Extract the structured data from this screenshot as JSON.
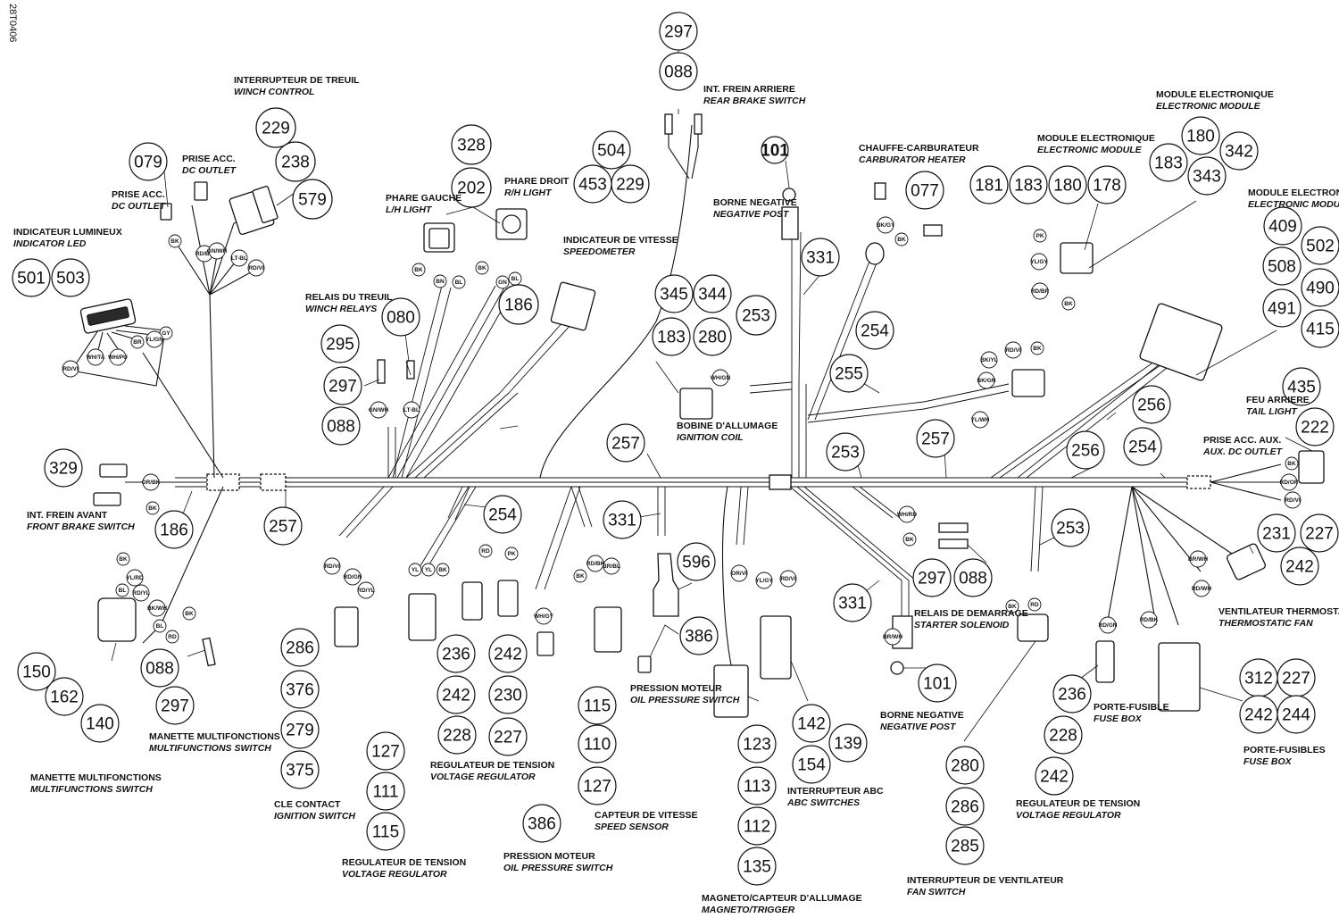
{
  "document_id": "28T0406",
  "labels": [
    {
      "fr": "INTERRUPTEUR DE TREUIL",
      "en": "WINCH CONTROL"
    },
    {
      "fr": "PRISE ACC.",
      "en": "DC OUTLET"
    },
    {
      "fr": "PRISE ACC.",
      "en": "DC OUTLET"
    },
    {
      "fr": "INDICATEUR LUMINEUX",
      "en": "INDICATOR LED"
    },
    {
      "fr": "PHARE GAUCHE",
      "en": "L/H LIGHT"
    },
    {
      "fr": "PHARE DROIT",
      "en": "R/H LIGHT"
    },
    {
      "fr": "INDICATEUR DE VITESSE",
      "en": "SPEEDOMETER"
    },
    {
      "fr": "INT. FREIN ARRIERE",
      "en": "REAR BRAKE SWITCH"
    },
    {
      "fr": "BORNE NEGATIVE",
      "en": "NEGATIVE POST"
    },
    {
      "fr": "CHAUFFE-CARBURATEUR",
      "en": "CARBURATOR HEATER"
    },
    {
      "fr": "MODULE ELECTRONIQUE",
      "en": "ELECTRONIC MODULE"
    },
    {
      "fr": "MODULE ELECTRONIQUE",
      "en": "ELECTRONIC MODULE"
    },
    {
      "fr": "MODULE ELECTRONIQUE",
      "en": "ELECTRONIC MODULE"
    },
    {
      "fr": "RELAIS DU TREUIL",
      "en": "WINCH RELAYS"
    },
    {
      "fr": "BOBINE D'ALLUMAGE",
      "en": "IGNITION COIL"
    },
    {
      "fr": "FEU ARRIERE",
      "en": "TAIL LIGHT"
    },
    {
      "fr": "PRISE ACC. AUX.",
      "en": "AUX. DC OUTLET"
    },
    {
      "fr": "INT. FREIN AVANT",
      "en": "FRONT BRAKE SWITCH"
    },
    {
      "fr": "MANETTE MULTIFONCTIONS",
      "en": "MULTIFUNCTIONS SWITCH"
    },
    {
      "fr": "MANETTE MULTIFONCTIONS",
      "en": "MULTIFUNCTIONS SWITCH"
    },
    {
      "fr": "CLE CONTACT",
      "en": "IGNITION SWITCH"
    },
    {
      "fr": "REGULATEUR DE TENSION",
      "en": "VOLTAGE REGULATOR"
    },
    {
      "fr": "REGULATEUR DE TENSION",
      "en": "VOLTAGE REGULATOR"
    },
    {
      "fr": "PRESSION MOTEUR",
      "en": "OIL PRESSURE SWITCH"
    },
    {
      "fr": "PRESSION MOTEUR",
      "en": "OIL PRESSURE SWITCH"
    },
    {
      "fr": "CAPTEUR DE VITESSE",
      "en": "SPEED SENSOR"
    },
    {
      "fr": "MAGNETO/CAPTEUR D'ALLUMAGE",
      "en": "MAGNETO/TRIGGER"
    },
    {
      "fr": "INTERRUPTEUR ABC",
      "en": "ABC  SWITCHES"
    },
    {
      "fr": "RELAIS DE DEMARRAGE",
      "en": "STARTER SOLENOID"
    },
    {
      "fr": "BORNE NEGATIVE",
      "en": "NEGATIVE POST"
    },
    {
      "fr": "INTERRUPTEUR DE VENTILATEUR",
      "en": "FAN SWITCH"
    },
    {
      "fr": "REGULATEUR DE TENSION",
      "en": "VOLTAGE REGULATOR"
    },
    {
      "fr": "PORTE-FUSIBLE",
      "en": "FUSE BOX"
    },
    {
      "fr": "PORTE-FUSIBLES",
      "en": "FUSE BOX"
    },
    {
      "fr": "VENTILATEUR THERMOSTATIQUE",
      "en": "THERMOSTATIC FAN"
    }
  ],
  "callouts": [
    "297",
    "088",
    "229",
    "238",
    "579",
    "079",
    "328",
    "202",
    "504",
    "453",
    "229",
    "101",
    "077",
    "181",
    "183",
    "180",
    "178",
    "180",
    "342",
    "183",
    "343",
    "409",
    "502",
    "508",
    "490",
    "491",
    "415",
    "501",
    "503",
    "080",
    "295",
    "297",
    "088",
    "186",
    "345",
    "344",
    "183",
    "280",
    "253",
    "331",
    "254",
    "255",
    "256",
    "435",
    "222",
    "253",
    "257",
    "256",
    "254",
    "257",
    "329",
    "186",
    "257",
    "254",
    "331",
    "596",
    "386",
    "253",
    "231",
    "227",
    "242",
    "297",
    "088",
    "331",
    "150",
    "162",
    "140",
    "088",
    "297",
    "286",
    "376",
    "279",
    "375",
    "127",
    "111",
    "115",
    "236",
    "242",
    "228",
    "242",
    "230",
    "227",
    "115",
    "110",
    "127",
    "386",
    "123",
    "113",
    "112",
    "135",
    "142",
    "139",
    "154",
    "101",
    "280",
    "286",
    "285",
    "236",
    "228",
    "242",
    "312",
    "227",
    "242",
    "244"
  ],
  "wire_tags": [
    "BK",
    "RD/BK",
    "GN/WH",
    "LT-BL",
    "RD/VI",
    "BK",
    "BN",
    "BL",
    "BK",
    "GN",
    "BL",
    "BK/GY",
    "BK",
    "PK",
    "YL/GY",
    "RD/BR",
    "BK",
    "RD/VI",
    "BK",
    "BK/YL",
    "BK/GN",
    "YL/WH",
    "WH/GN",
    "GY",
    "YL/GN",
    "BR",
    "WH/PU",
    "WH/TA",
    "RD/VI",
    "GN/WH",
    "LT-BL",
    "OR/BK",
    "BK",
    "BK",
    "RD/OR",
    "RD/VI",
    "BR/WH",
    "RD/WH",
    "BK",
    "YL/RD",
    "BL",
    "RD/YL",
    "BK/WH",
    "BL",
    "BK",
    "RD",
    "RD/VI",
    "RD/GN",
    "RD/YL",
    "YL",
    "YL",
    "BK",
    "RD",
    "PK",
    "BK",
    "RD/BK",
    "BR/BL",
    "WH/GY",
    "OR/VI",
    "YL/GY",
    "RD/VI",
    "WH/RD",
    "BK",
    "BR/WH",
    "BK",
    "RD",
    "RD/GN",
    "RD/BK"
  ]
}
